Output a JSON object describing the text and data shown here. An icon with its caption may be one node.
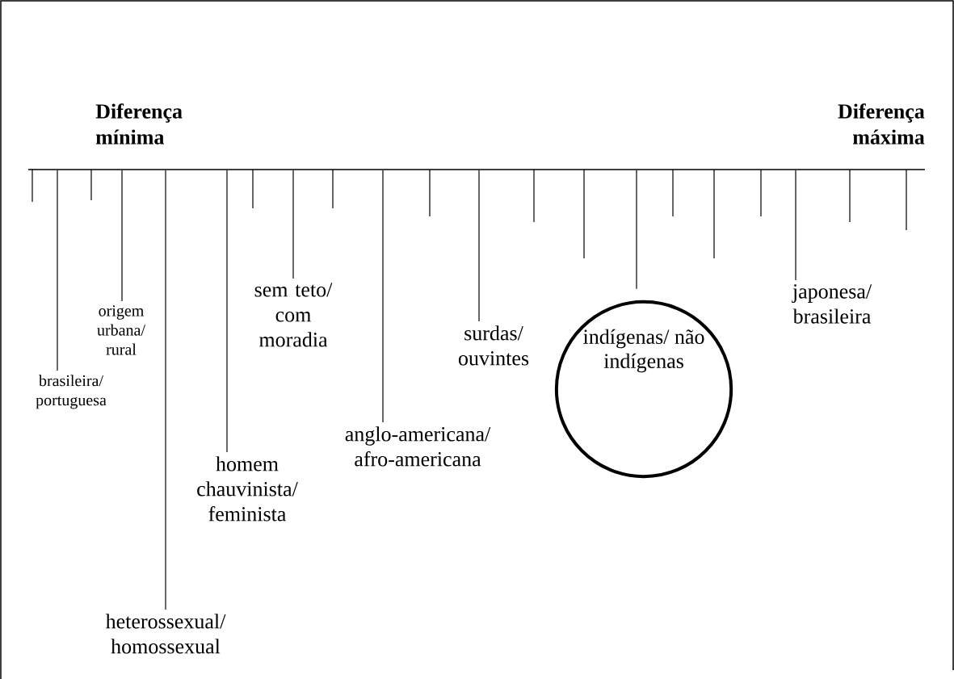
{
  "diagram": {
    "nodes": [
      {
        "text": [
          "brasileira/ portuguesa"
        ]
      },
      {
        "text": [
          "origem urbana/ rural"
        ]
      },
      {
        "text": [
          "heterossexual/ homossexual"
        ]
      },
      {
        "text": [
          "homem chauvinista/ feminista"
        ]
      },
      {
        "text": [
          "sem teto/ com moradia"
        ]
      },
      {
        "text": [
          "anglo-americana/ afro-americana"
        ]
      },
      {
        "text": [
          "surdas/ ouvintes"
        ]
      },
      {
        "text": [
          "indígenas/ não indígenas"
        ]
      },
      {
        "text": [
          "japonesa/ brasileira"
        ]
      },
      {
        "text": [],
        "shape": "bar"
      }
    ],
    "edges": [
      {
        "from": 0,
        "to": 9,
        "arrow": "none"
      },
      {
        "from": 1,
        "to": 9,
        "arrow": "none"
      },
      {
        "from": 2,
        "to": 9,
        "arrow": "none"
      },
      {
        "from": 3,
        "to": 9,
        "arrow": "none"
      },
      {
        "from": 4,
        "to": 9,
        "arrow": "none"
      },
      {
        "from": 5,
        "to": 9,
        "arrow": "none"
      },
      {
        "from": 6,
        "to": 9,
        "arrow": "none"
      },
      {
        "from": 7,
        "to": 9,
        "arrow": "none"
      },
      {
        "from": 8,
        "to": 9,
        "arrow": "none"
      }
    ],
    "labels": [
      "Diferença mínima",
      "Diferença máxima"
    ]
  }
}
